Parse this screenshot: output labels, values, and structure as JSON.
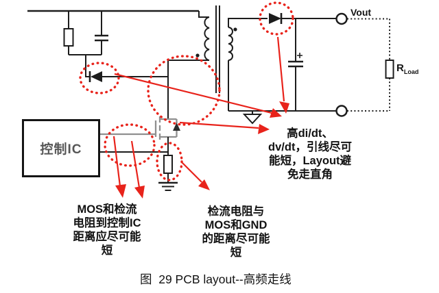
{
  "colors": {
    "red": "#e8231b",
    "wire": "#1c1c1c",
    "gray": "#8f8f8f",
    "ic_text": "#565656",
    "text": "#121212"
  },
  "labels": {
    "vout": "Vout",
    "rload_main": "R",
    "rload_sub": "Load",
    "control_ic": "控制IC"
  },
  "annotations": {
    "high_freq": {
      "line1": "高di/dt、",
      "line2": "dv/dt，引线尽可",
      "line3": "能短，Layout避",
      "line4": "免走直角"
    },
    "mos_sense": {
      "line1": "MOS和检流",
      "line2": "电阻到控制IC",
      "line3": "距离应尽可能",
      "line4": "短"
    },
    "sense_gnd": {
      "line1": "检流电阻与",
      "line2": "MOS和GND",
      "line3": "的距离尽可能",
      "line4": "短"
    }
  },
  "caption": {
    "text": "图  29 PCB layout--高频走线"
  }
}
